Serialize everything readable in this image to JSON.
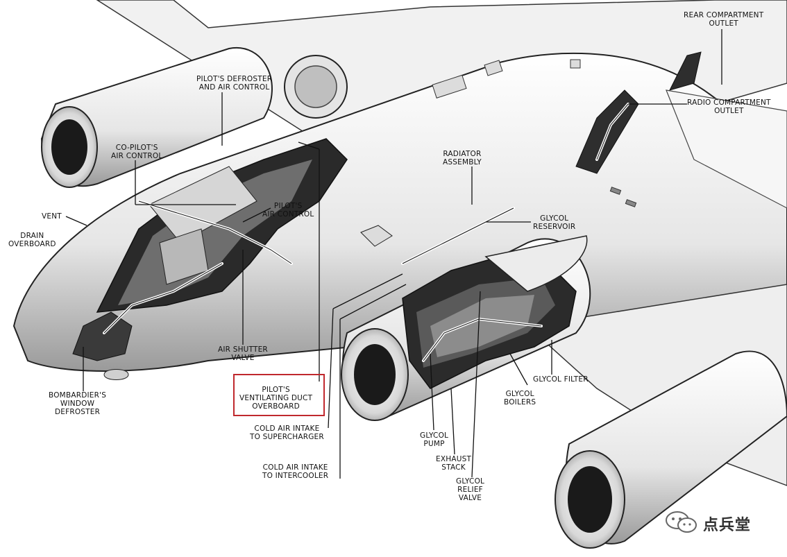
{
  "labels": {
    "rear_compartment_outlet": [
      "REAR COMPARTMENT",
      "OUTLET"
    ],
    "radio_compartment_outlet": [
      "RADIO COMPARTMENT",
      "OUTLET"
    ],
    "pilots_defroster": [
      "PILOT'S DEFROSTER",
      "AND AIR CONTROL"
    ],
    "copilots_air_control": [
      "CO-PILOT'S",
      "AIR CONTROL"
    ],
    "vent": [
      "VENT"
    ],
    "drain_overboard": [
      "DRAIN",
      "OVERBOARD"
    ],
    "pilots_air_control": [
      "PILOT'S",
      "AIR CONTROL"
    ],
    "radiator_assembly": [
      "RADIATOR",
      "ASSEMBLY"
    ],
    "glycol_reservoir": [
      "GLYCOL",
      "RESERVOIR"
    ],
    "air_shutter_valve": [
      "AIR SHUTTER",
      "VALVE"
    ],
    "bombardiers_window_defroster": [
      "BOMBARDIER'S",
      "WINDOW",
      "DEFROSTER"
    ],
    "pilots_ventilating_duct": [
      "PILOT'S",
      "VENTILATING DUCT",
      "OVERBOARD"
    ],
    "cold_air_supercharger": [
      "COLD AIR INTAKE",
      "TO SUPERCHARGER"
    ],
    "cold_air_intercooler": [
      "COLD AIR INTAKE",
      "TO INTERCOOLER"
    ],
    "glycol_filter": [
      "GLYCOL FILTER"
    ],
    "glycol_boilers": [
      "GLYCOL",
      "BOILERS"
    ],
    "glycol_pump": [
      "GLYCOL",
      "PUMP"
    ],
    "exhaust_stack": [
      "EXHAUST",
      "STACK"
    ],
    "glycol_relief_valve": [
      "GLYCOL",
      "RELIEF",
      "VALVE"
    ]
  },
  "watermark": {
    "text": "点兵堂",
    "icon": "wechat-icon"
  },
  "colors": {
    "highlight": "#c0282d",
    "ink": "#111111",
    "skin": "#f4f4f4"
  }
}
